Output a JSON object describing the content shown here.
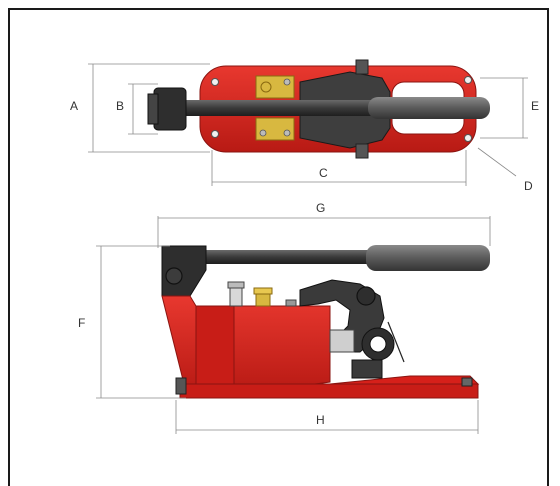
{
  "labels": {
    "A": "A",
    "B": "B",
    "C": "C",
    "D": "D",
    "E": "E",
    "F": "F",
    "G": "G",
    "H": "H"
  },
  "colors": {
    "body_red": "#d6201a",
    "body_red_dark": "#a81813",
    "handle_dark": "#3a3a3a",
    "handle_grip": "#5a5a5a",
    "brass": "#d8b840"
  }
}
